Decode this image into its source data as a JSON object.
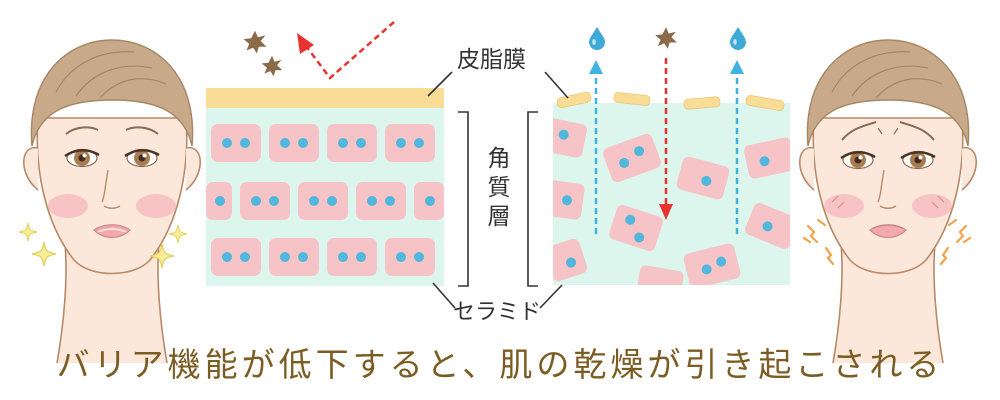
{
  "labels": {
    "sebum_membrane": "皮脂膜",
    "stratum_corneum": "角質層",
    "ceramide": "セラミド"
  },
  "caption": "バリア機能が低下すると、肌の乾燥が引き起こされる",
  "colors": {
    "stratum_bg": "#dcf6ee",
    "cell_fill": "#f6c3c7",
    "cell_nucleus": "#52b7dc",
    "sebum": "#f9dc96",
    "skin": "#fbe8db",
    "hair": "#c8aa8a",
    "line": "#b88968",
    "red_arrow": "#e7332f",
    "blue_arrow": "#3fb3e0",
    "caption": "#7b5c22",
    "sparkle": "#efe078",
    "irritation": "#f3a24a"
  },
  "icons": {
    "sparkles": "sparkle-icon",
    "irritation_marks": "irritation-icon",
    "irritant_particles": "irritant-particle-icon",
    "water_drops": "water-drop-icon"
  }
}
